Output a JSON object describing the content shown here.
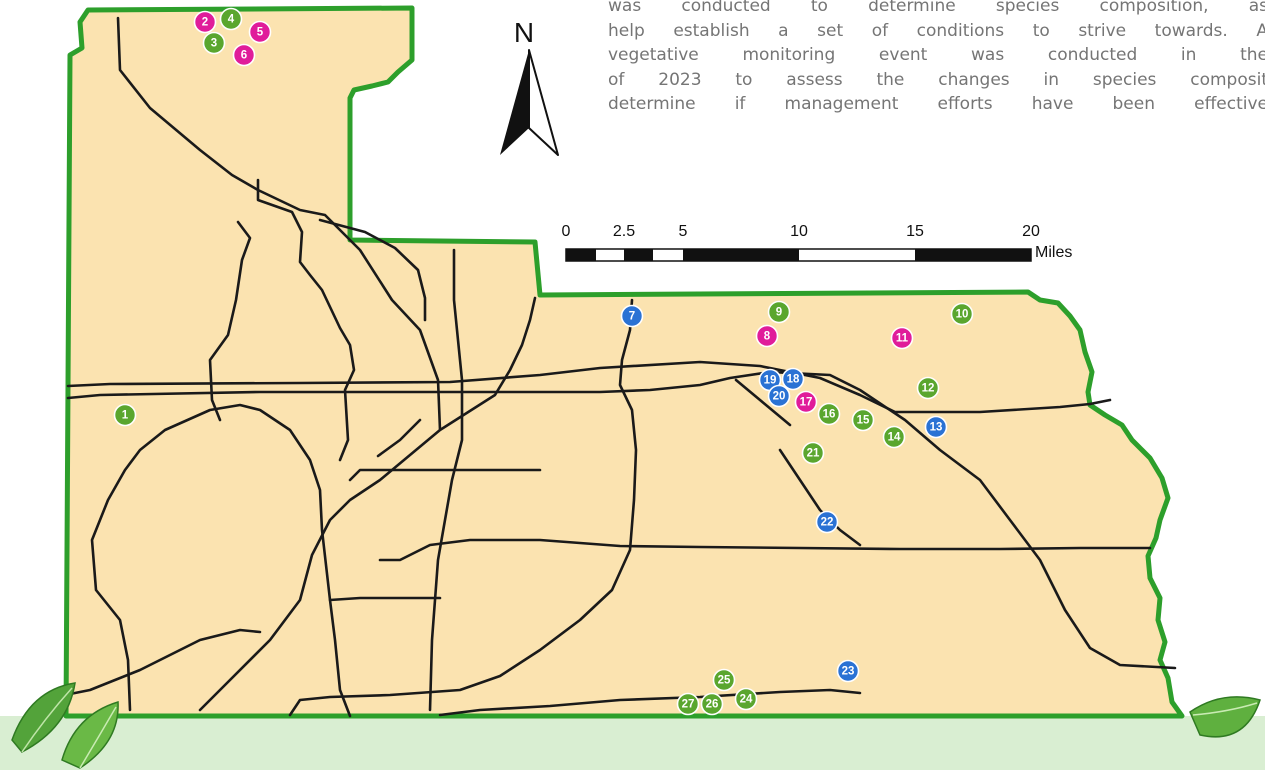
{
  "paragraph_lines": [
    "was conducted to determine species composition, as",
    "help establish a set of conditions to strive towards. A",
    "vegetative monitoring event was conducted in the",
    "of 2023 to assess the changes in species composit",
    "determine if management efforts have been effective"
  ],
  "north_label": "N",
  "scale": {
    "ticks": [
      "0",
      "2.5",
      "5",
      "10",
      "15",
      "20"
    ],
    "unit": "Miles"
  },
  "colors": {
    "map_fill": "#fbe3b0",
    "boundary": "#2d9f2b",
    "road": "#1a1a1a",
    "green_marker": "#5aa62e",
    "magenta_marker": "#e01c9a",
    "blue_marker": "#2a72d4",
    "footer": "#d9eed2"
  },
  "sites": [
    {
      "id": "1",
      "category": "green"
    },
    {
      "id": "2",
      "category": "magenta"
    },
    {
      "id": "3",
      "category": "green"
    },
    {
      "id": "4",
      "category": "green"
    },
    {
      "id": "5",
      "category": "magenta"
    },
    {
      "id": "6",
      "category": "magenta"
    },
    {
      "id": "7",
      "category": "blue"
    },
    {
      "id": "8",
      "category": "magenta"
    },
    {
      "id": "9",
      "category": "green"
    },
    {
      "id": "10",
      "category": "green"
    },
    {
      "id": "11",
      "category": "magenta"
    },
    {
      "id": "12",
      "category": "green"
    },
    {
      "id": "13",
      "category": "blue"
    },
    {
      "id": "14",
      "category": "green"
    },
    {
      "id": "15",
      "category": "green"
    },
    {
      "id": "16",
      "category": "green"
    },
    {
      "id": "17",
      "category": "magenta"
    },
    {
      "id": "18",
      "category": "blue"
    },
    {
      "id": "19",
      "category": "blue"
    },
    {
      "id": "20",
      "category": "blue"
    },
    {
      "id": "21",
      "category": "green"
    },
    {
      "id": "22",
      "category": "blue"
    },
    {
      "id": "23",
      "category": "blue"
    },
    {
      "id": "24",
      "category": "green"
    },
    {
      "id": "25",
      "category": "green"
    },
    {
      "id": "26",
      "category": "green"
    },
    {
      "id": "27",
      "category": "green"
    }
  ]
}
